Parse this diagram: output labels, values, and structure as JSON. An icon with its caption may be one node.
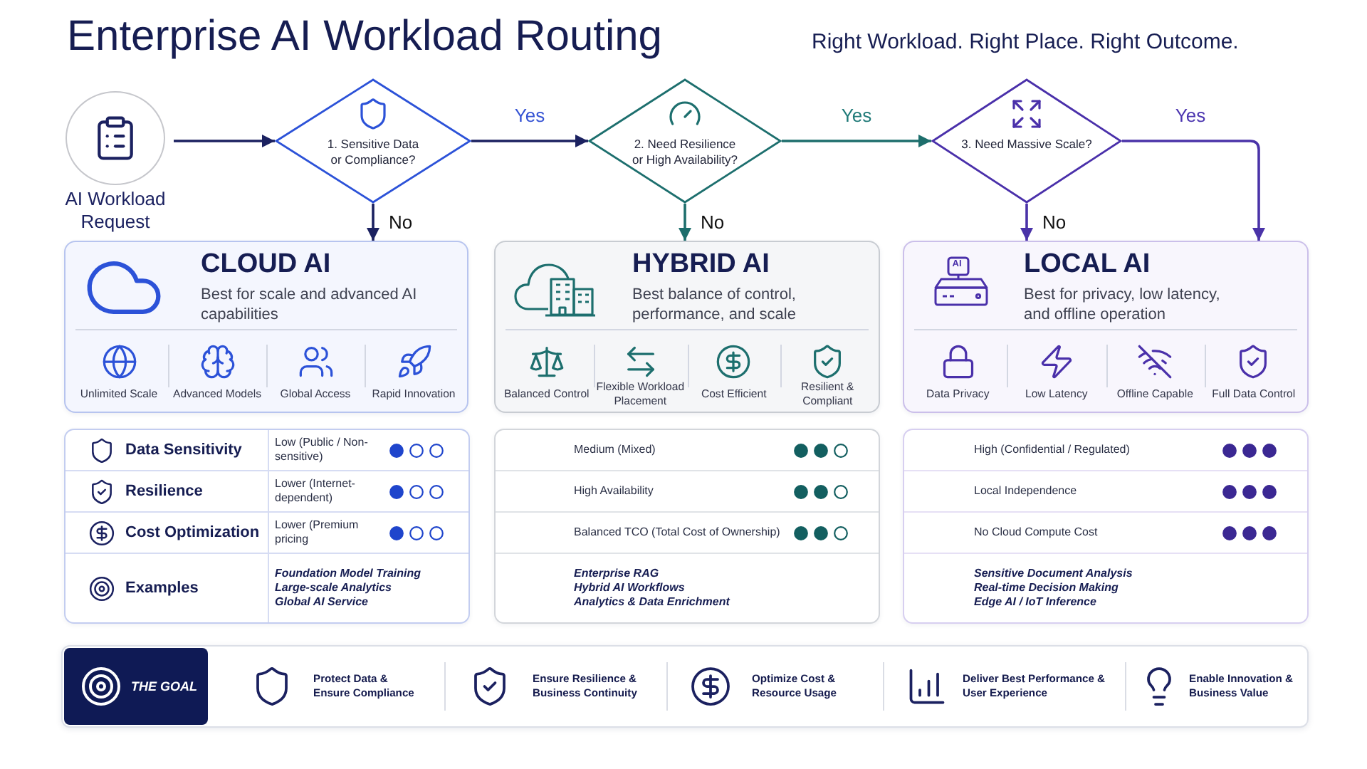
{
  "diagram": {
    "title": "Enterprise AI Workload Routing",
    "nodes": [
      {
        "text": [
          "AI Workload Request"
        ]
      },
      {
        "text": [
          "1. Sensitive Data or Compliance?"
        ]
      },
      {
        "text": [
          "2. Need Resilience or High Availability?"
        ]
      },
      {
        "text": [
          "3. Need Massive Scale?"
        ]
      },
      {
        "text": [
          "CLOUD AI",
          "Best for scale and advanced AI capabilities",
          "Unlimited Scale",
          "Advanced Models",
          "Global Access",
          "Rapid Innovation"
        ]
      },
      {
        "text": [
          "HYBRID AI",
          "Best balance of control, performance, and scale",
          "Balanced Control",
          "Flexible Workload Placement",
          "Cost Efficient",
          "Resilient & Compliant"
        ]
      },
      {
        "text": [
          "LOCAL AI",
          "Best for privacy, low latency, and offline operation",
          "Data Privacy",
          "Low Latency",
          "Offline Capable",
          "Full Data Control"
        ]
      },
      {
        "text": [
          "Data Sensitivity",
          "Low (Public / Non-sensitive)",
          "Resilience",
          "Lower (Internet-dependent)",
          "Cost Optimization",
          "Lower (Premium pricing",
          "Examples",
          "Foundation Model Training",
          "Large-scale Analytics",
          "Global AI Service"
        ]
      },
      {
        "text": [
          "Medium (Mixed)",
          "High Availability",
          "Balanced TCO (Total Cost of Ownership)",
          "Enterprise RAG",
          "Hybrid AI Workflows",
          "Analytics & Data Enrichment"
        ]
      },
      {
        "text": [
          "High (Confidential / Regulated)",
          "Local Independence",
          "No Cloud Compute Cost",
          "Sensitive Document Analysis",
          "Real-time Decision Making",
          "Edge AI / IoT Inference"
        ]
      },
      {
        "text": [
          "Protect Data & Ensure Compliance",
          "Ensure Resilience & Business Continuity",
          "Optimize Cost & Resource Usage",
          "Deliver Best Performance & User Experience",
          "Enable Innovation & Business Value"
        ]
      },
      {
        "text": [
          "THE GOAL"
        ],
        "in": 10
      }
    ],
    "edges": [
      {
        "from": 0,
        "to": 1,
        "arrow": "to"
      },
      {
        "from": 1,
        "to": 2,
        "label": "Yes",
        "arrow": "to"
      },
      {
        "from": 1,
        "to": 4,
        "label": "No",
        "arrow": "to"
      },
      {
        "from": 2,
        "to": 3,
        "label": "Yes",
        "arrow": "to",
        "color": "#1d6e6c"
      },
      {
        "from": 2,
        "to": 5,
        "label": "No",
        "arrow": "to",
        "color": "#1d6e6c"
      },
      {
        "from": 3,
        "to": 6,
        "label": "Yes",
        "arrow": "to",
        "color": "#4a33a8"
      },
      {
        "from": 3,
        "to": 6,
        "label": "No",
        "arrow": "to",
        "color": "#4a33a8"
      }
    ],
    "labels": [
      "Right Workload. Right Place. Right Outcome.",
      "AI"
    ]
  }
}
